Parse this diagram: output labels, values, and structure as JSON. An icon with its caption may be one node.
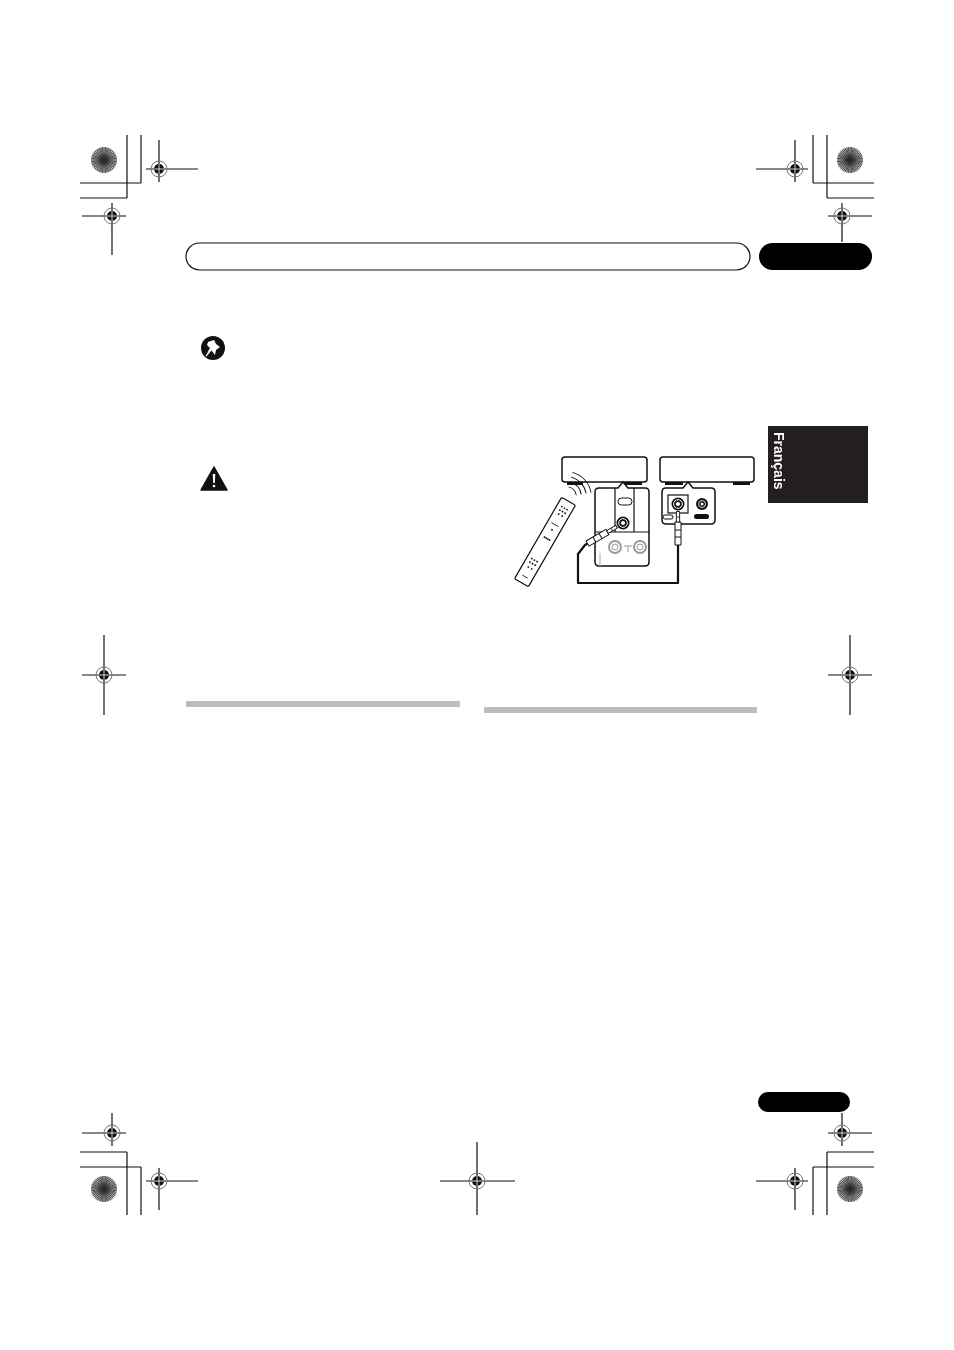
{
  "diagram": {
    "nodes": [
      {
        "text": [],
        "shape": "circle"
      },
      {
        "text": [],
        "shape": "circle"
      }
    ],
    "edges": [
      {
        "from": 0,
        "to": 1,
        "arrow": "other"
      }
    ],
    "labels": [
      "Français"
    ]
  }
}
